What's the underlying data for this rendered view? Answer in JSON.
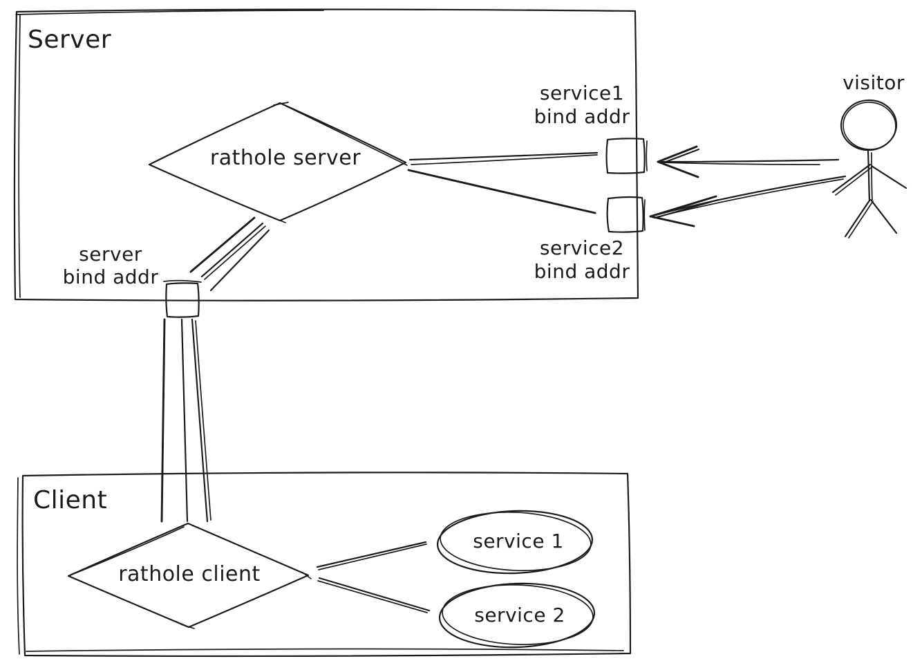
{
  "colors": {
    "ink": "#1b1b1b",
    "background": "#ffffff"
  },
  "server": {
    "box_label": "Server",
    "rathole_node_label": "rathole server",
    "service1_bind": {
      "line1": "service1",
      "line2": "bind addr"
    },
    "service2_bind": {
      "line1": "service2",
      "line2": "bind addr"
    },
    "server_bind": {
      "line1": "server",
      "line2": "bind addr"
    }
  },
  "client": {
    "box_label": "Client",
    "rathole_node_label": "rathole client",
    "service1_label": "service 1",
    "service2_label": "service 2"
  },
  "visitor": {
    "label": "visitor"
  }
}
